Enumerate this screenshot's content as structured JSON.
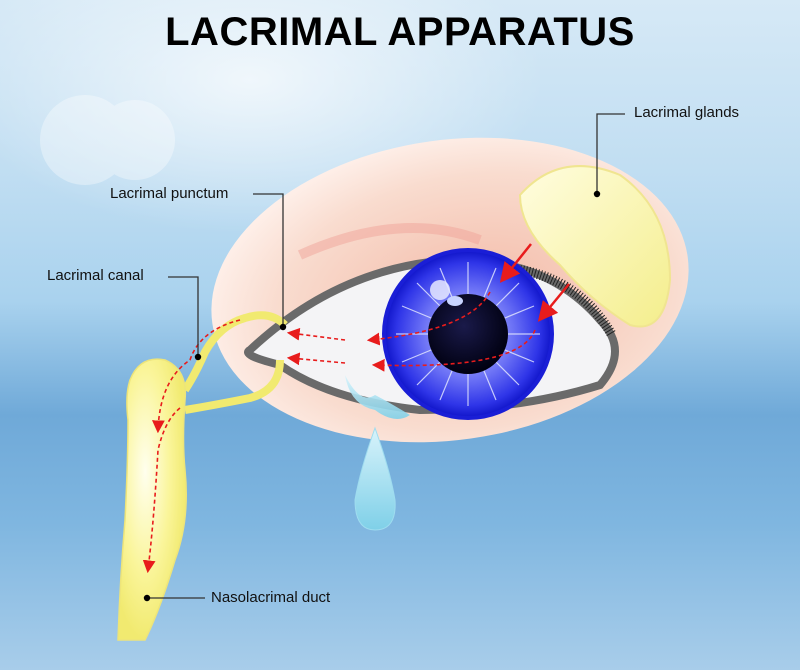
{
  "title": "LACRIMAL APPARATUS",
  "labels": {
    "lacrimal_glands": "Lacrimal glands",
    "lacrimal_punctum": "Lacrimal punctum",
    "lacrimal_canal": "Lacrimal canal",
    "nasolacrimal_duct": "Nasolacrimal duct"
  },
  "colors": {
    "iris": "#2a2ee0",
    "gland": "#f7f29a",
    "arrows": "#e81c1c",
    "skin": "#f7cfc0"
  }
}
